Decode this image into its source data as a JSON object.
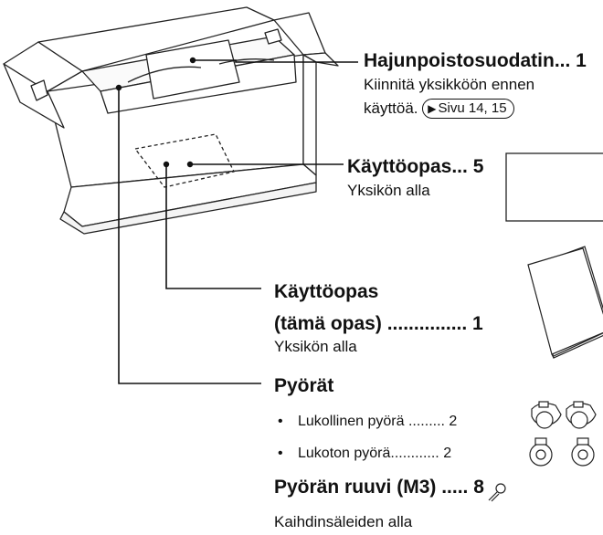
{
  "items": {
    "filter": {
      "name": "Hajunpoistosuodatin... 1",
      "desc1": "Kiinnitä yksikköön ennen",
      "desc2": "käyttöä.",
      "ref_arrow": "▶",
      "ref": "Sivu 14, 15"
    },
    "guide5": {
      "name": "Käyttöopas... 5",
      "desc": "Yksikön alla"
    },
    "manual": {
      "line1": "Käyttöopas",
      "line2": "(tämä opas) ............... 1",
      "desc": "Yksikön alla"
    },
    "wheels": {
      "title": "Pyörät",
      "bullet": "•",
      "locking": "Lukollinen pyörä ......... 2",
      "non_locking": "Lukoton pyörä............ 2"
    },
    "screw": {
      "name": "Pyörän ruuvi (M3) ..... 8",
      "desc": "Kaihdinsäleiden alla"
    }
  }
}
